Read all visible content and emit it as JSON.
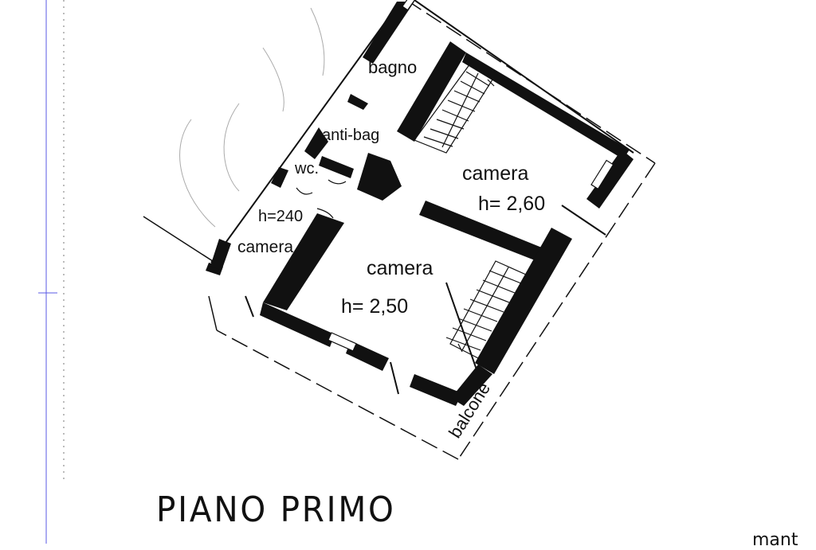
{
  "drawing": {
    "title": "PIANO PRIMO",
    "corner_fragment": "mant",
    "rooms": {
      "bagno": "bagno",
      "antibagno": "anti-bag",
      "wc": "wc.",
      "camera_right": "camera",
      "camera_right_height": "h= 2,60",
      "camera_left": "camera",
      "camera_left_height": "h=240",
      "camera_center": "camera",
      "camera_center_height": "h= 2,50",
      "balcone": "balcone"
    }
  },
  "colors": {
    "guide_line": "#5a5ae6",
    "ink": "#111111"
  }
}
